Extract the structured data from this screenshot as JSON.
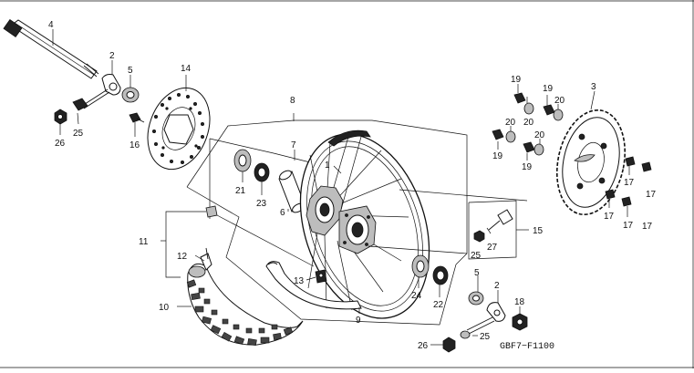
{
  "diagram": {
    "code": "GBF7−F1100",
    "callouts": {
      "c1": "1",
      "c2a": "2",
      "c2b": "2",
      "c3": "3",
      "c4": "4",
      "c5a": "5",
      "c5b": "5",
      "c6": "6",
      "c7": "7",
      "c8": "8",
      "c9": "9",
      "c10": "10",
      "c11": "11",
      "c12": "12",
      "c13": "13",
      "c14": "14",
      "c15": "15",
      "c16": "16",
      "c17a": "17",
      "c17b": "17",
      "c17c": "17",
      "c17d": "17",
      "c17e": "17",
      "c18": "18",
      "c19a": "19",
      "c19b": "19",
      "c19c": "19",
      "c19d": "19",
      "c20a": "20",
      "c20b": "20",
      "c20c": "20",
      "c20d": "20",
      "c21": "21",
      "c22": "22",
      "c23": "23",
      "c24": "24",
      "c25a": "25",
      "c25b": "25",
      "c25c": "25",
      "c26a": "26",
      "c26b": "26",
      "c27": "27"
    }
  }
}
